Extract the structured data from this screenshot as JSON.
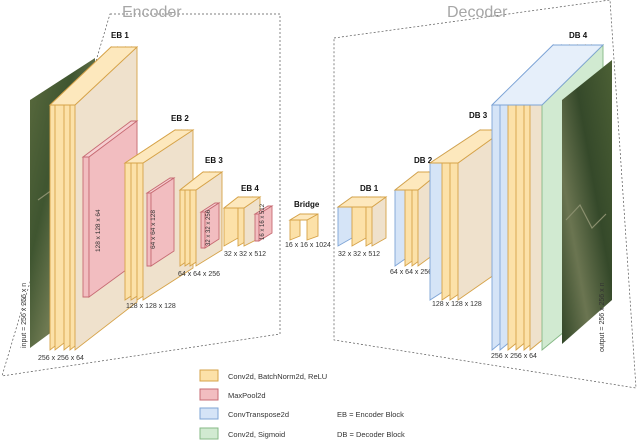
{
  "titles": {
    "encoder": "Encoder",
    "decoder": "Decoder"
  },
  "input_label": "input = 256 x 256 x n",
  "output_label": "output = 256 x 256 x n",
  "blocks": {
    "eb1": "EB 1",
    "eb2": "EB 2",
    "eb3": "EB 3",
    "eb4": "EB 4",
    "bridge": "Bridge",
    "db1": "DB 1",
    "db2": "DB 2",
    "db3": "DB 3",
    "db4": "DB 4"
  },
  "dims": {
    "eb1": "256 x 256 x 64",
    "eb2": "128 x 128 x 128",
    "eb3": "64 x 64 x 256",
    "eb4": "32 x 32 x 512",
    "bridge": "16 x 16 x 1024",
    "db1": "32 x 32 x 512",
    "db2": "64 x 64 x 256",
    "db3": "128 x 128 x 128",
    "db4": "256 x 256 x 64"
  },
  "pool_dims": {
    "p1": "128 x 128 x 64",
    "p2": "64 x 64 x 128",
    "p3": "32 x 32 x 256",
    "p4": "16 x 16 x 512"
  },
  "legend": {
    "conv": "Conv2d, BatchNorm2d, ReLU",
    "pool": "MaxPool2d",
    "tconv": "ConvTranspose2d",
    "final": "Conv2d, Sigmoid",
    "eb_def": "EB = Encoder Block",
    "db_def": "DB = Decoder Block"
  },
  "colors": {
    "conv_fill": "#fce1a8",
    "conv_stroke": "#d6a349",
    "pool_fill": "#f2bdc0",
    "pool_stroke": "#c76b73",
    "tconv_fill": "#d5e4f7",
    "tconv_stroke": "#7ea4d6",
    "final_fill": "#d1ead1",
    "final_stroke": "#86b986",
    "panel_fill": "#efe1cc"
  }
}
